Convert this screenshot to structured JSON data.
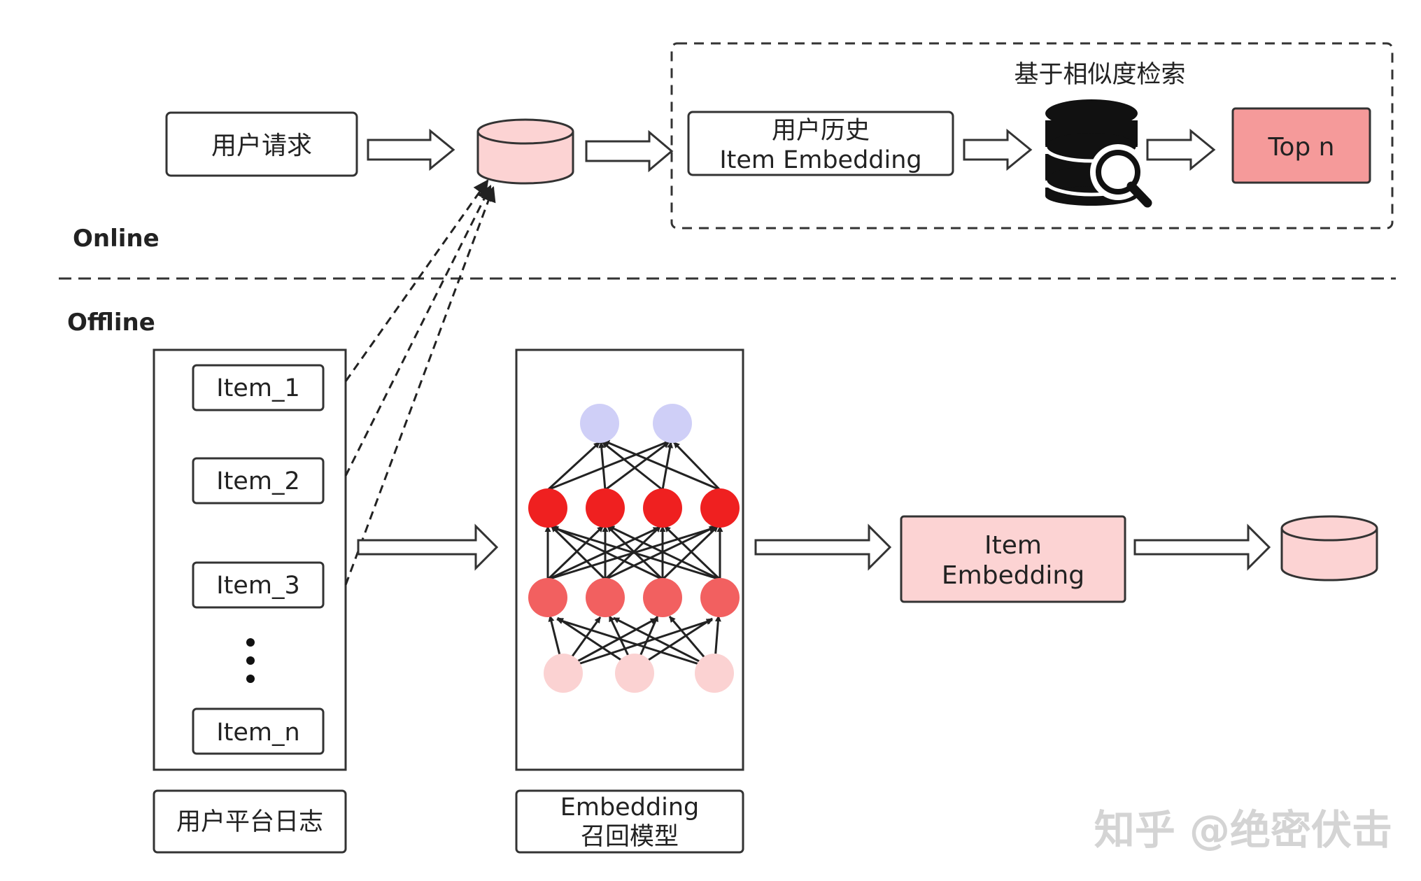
{
  "diagram": {
    "section_online": "Online",
    "section_offline": "Offline",
    "user_request": "用户请求",
    "search_group_title": "基于相似度检索",
    "user_history_line1": "用户历史",
    "user_history_line2": "Item Embedding",
    "top_n": "Top n",
    "items": [
      "Item_1",
      "Item_2",
      "Item_3",
      "Item_n"
    ],
    "log_label": "用户平台日志",
    "model_label_line1": "Embedding",
    "model_label_line2": "召回模型",
    "item_embedding_line1": "Item",
    "item_embedding_line2": "Embedding",
    "watermark": "知乎 @绝密伏击"
  },
  "colors": {
    "db_pink": "#fcd3d3",
    "top_n_fill": "#f59a9a",
    "item_embedding_fill": "#fcd3d3",
    "node_top": "#cfcff7",
    "node_mid_high": "#ef2020",
    "node_mid_low": "#f26060",
    "node_bottom": "#fbd2d2"
  },
  "icons": [
    "database-cylinder-icon",
    "database-search-icon"
  ]
}
